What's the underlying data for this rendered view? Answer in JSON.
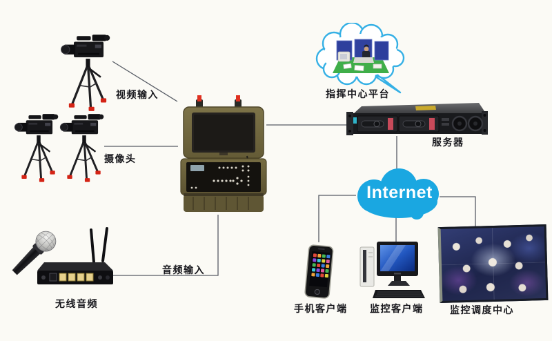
{
  "background_color": "#fbfaf5",
  "colors": {
    "internet_cloud_blue": "#1aa7e1",
    "bubble_outline_blue": "#35b0e5",
    "connector_line_gray": "#565b64",
    "case_olive": "#6e6440",
    "latch_red": "#e03020"
  },
  "icons": {
    "video_camera": "tripod-video-camera-icon",
    "portable_terminal": "rugged-case-terminal-icon",
    "server": "rack-server-icon",
    "command_center": "thought-bubble-office-icon",
    "internet": "cloud-icon",
    "phone": "smartphone-icon",
    "desktop": "desktop-computer-icon",
    "video_wall": "video-wall-icon",
    "microphone": "microphone-icon",
    "router": "wireless-router-icon"
  },
  "nodes": {
    "video_input": {
      "label": "视频输入"
    },
    "camera_head": {
      "label": "摄像头"
    },
    "command_center": {
      "label": "指挥中心平台"
    },
    "server": {
      "label": "服务器"
    },
    "internet": {
      "label": "Internet"
    },
    "phone_client": {
      "label": "手机客户端"
    },
    "monitor_client": {
      "label": "监控客户端"
    },
    "dispatch_center": {
      "label": "监控调度中心"
    },
    "wireless_audio": {
      "label": "无线音频"
    },
    "audio_input": {
      "label": "音频输入"
    }
  }
}
